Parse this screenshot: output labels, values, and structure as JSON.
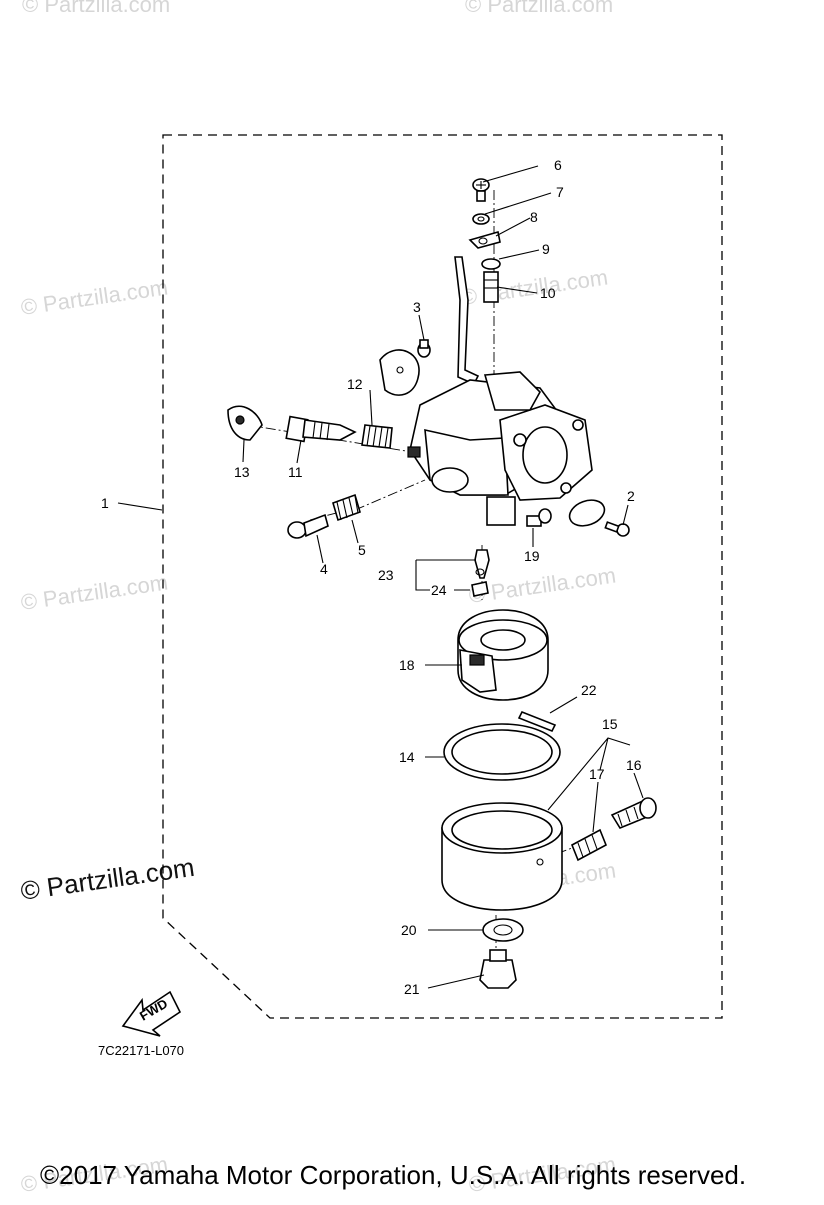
{
  "callouts": [
    {
      "n": "1"
    },
    {
      "n": "2"
    },
    {
      "n": "3"
    },
    {
      "n": "4"
    },
    {
      "n": "5"
    },
    {
      "n": "6"
    },
    {
      "n": "7"
    },
    {
      "n": "8"
    },
    {
      "n": "9"
    },
    {
      "n": "10"
    },
    {
      "n": "11"
    },
    {
      "n": "12"
    },
    {
      "n": "13"
    },
    {
      "n": "14"
    },
    {
      "n": "15"
    },
    {
      "n": "16"
    },
    {
      "n": "17"
    },
    {
      "n": "18"
    },
    {
      "n": "19"
    },
    {
      "n": "20"
    },
    {
      "n": "21"
    },
    {
      "n": "22"
    },
    {
      "n": "23"
    },
    {
      "n": "24"
    }
  ],
  "direction_label": "FWD",
  "diagram_code": "7C22171-L070",
  "watermark_text": "© Partzilla.com",
  "copyright": "©2017  Yamaha Motor Corporation, U.S.A. All rights reserved."
}
